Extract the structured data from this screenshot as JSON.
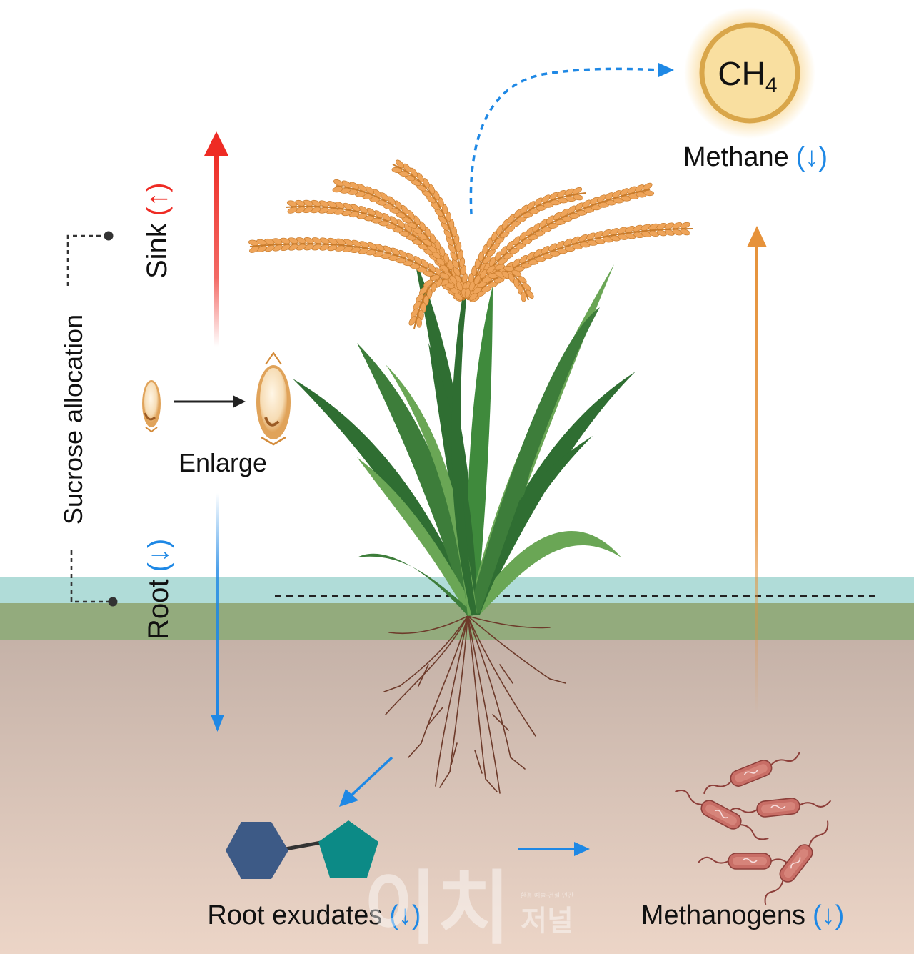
{
  "labels": {
    "methane": "Methane",
    "ch4_main": "CH",
    "ch4_sub": "4",
    "sink": "Sink",
    "root": "Root",
    "enlarge": "Enlarge",
    "sucrose_allocation": "Sucrose allocation",
    "root_exudates": "Root exudates",
    "methanogens": "Methanogens",
    "arrow_up": "(↑)",
    "arrow_down": "(↓)"
  },
  "watermark": {
    "main": "이치",
    "small": "환경·예술·건설·인간",
    "sub": "저널"
  },
  "colors": {
    "sky": "#ffffff",
    "water": "#b0dcd8",
    "surface_soil": "#93ab7d",
    "soil_top": "#c5b2a8",
    "soil_bottom": "#ecd5c7",
    "sink_red": "#ee2b24",
    "decrease_blue": "#1e88e5",
    "methane_orange": "#e6923a",
    "ch4_fill": "#f9dfa0",
    "ch4_ring": "#d9a64a",
    "hexagon": "#3d5a86",
    "pentagon": "#0c8a86",
    "bacteria": "#c86e66",
    "leaf_dark": "#2f6e32",
    "leaf_light": "#6aa655",
    "grain": "#eea45a",
    "root_brown": "#6d3a2a"
  }
}
